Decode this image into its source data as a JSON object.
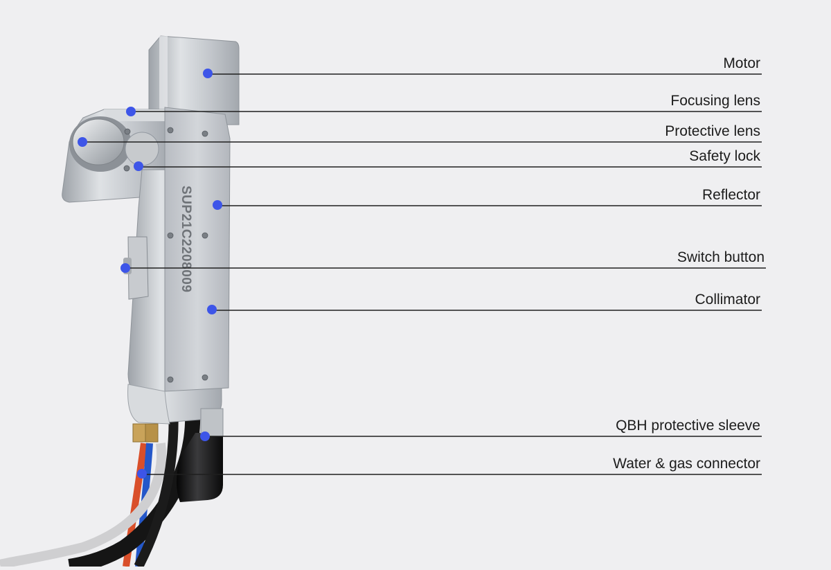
{
  "colors": {
    "background": "#efeff1",
    "marker": "#3d55e8",
    "leader_line": "#1f1f1f",
    "body_metal": "#c3c7cc",
    "cable_black": "#151515",
    "cable_grey": "#cfcfd1",
    "hose_blue": "#2457c9",
    "hose_orange": "#e06a3a"
  },
  "device": {
    "serial_number": "SUP21C2208009"
  },
  "callouts": [
    {
      "id": "motor",
      "label": "Motor"
    },
    {
      "id": "focusing-lens",
      "label": "Focusing lens"
    },
    {
      "id": "protective-lens",
      "label": "Protective lens"
    },
    {
      "id": "safety-lock",
      "label": "Safety lock"
    },
    {
      "id": "reflector",
      "label": "Reflector"
    },
    {
      "id": "switch-button",
      "label": "Switch button"
    },
    {
      "id": "collimator",
      "label": "Collimator"
    },
    {
      "id": "qbh-protective-sleeve",
      "label": "QBH protective sleeve"
    },
    {
      "id": "water-gas-connector",
      "label": "Water & gas connector"
    }
  ]
}
